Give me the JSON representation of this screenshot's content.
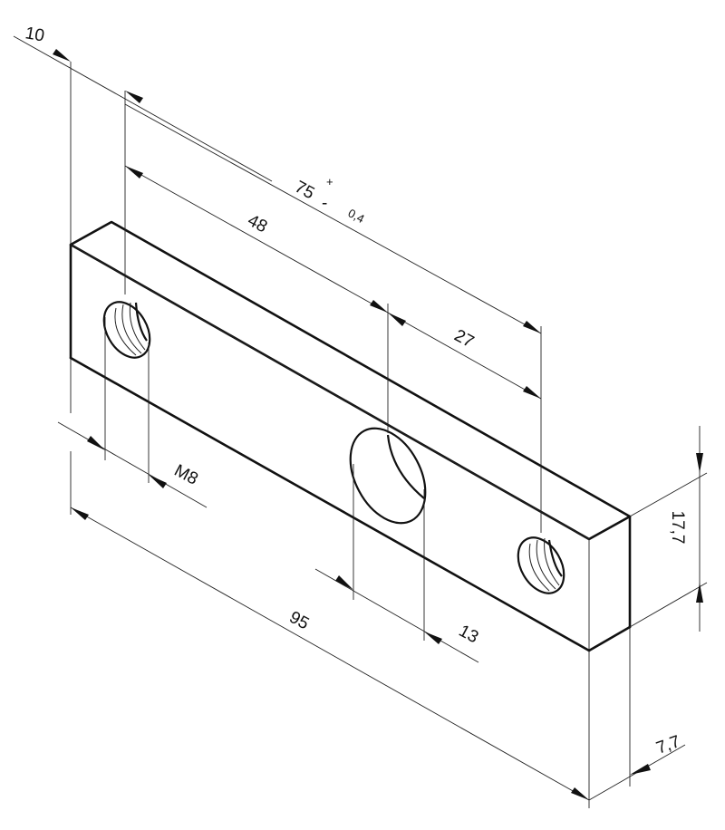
{
  "drawing": {
    "type": "isometric technical drawing",
    "part": "rectangular bar with two threaded holes and one through hole"
  },
  "dimensions": {
    "offset_left_hole": "10",
    "hole_spacing_total": "75",
    "tolerance_plus": "+",
    "tolerance_minus": "-",
    "tolerance_value": "0,4",
    "left_to_center_hole": "48",
    "center_to_right_hole": "27",
    "thread_size": "M8",
    "overall_length": "95",
    "center_hole_diameter": "13",
    "height": "17,7",
    "thickness": "7,7"
  },
  "colors": {
    "line": "#111111",
    "background": "#ffffff"
  }
}
